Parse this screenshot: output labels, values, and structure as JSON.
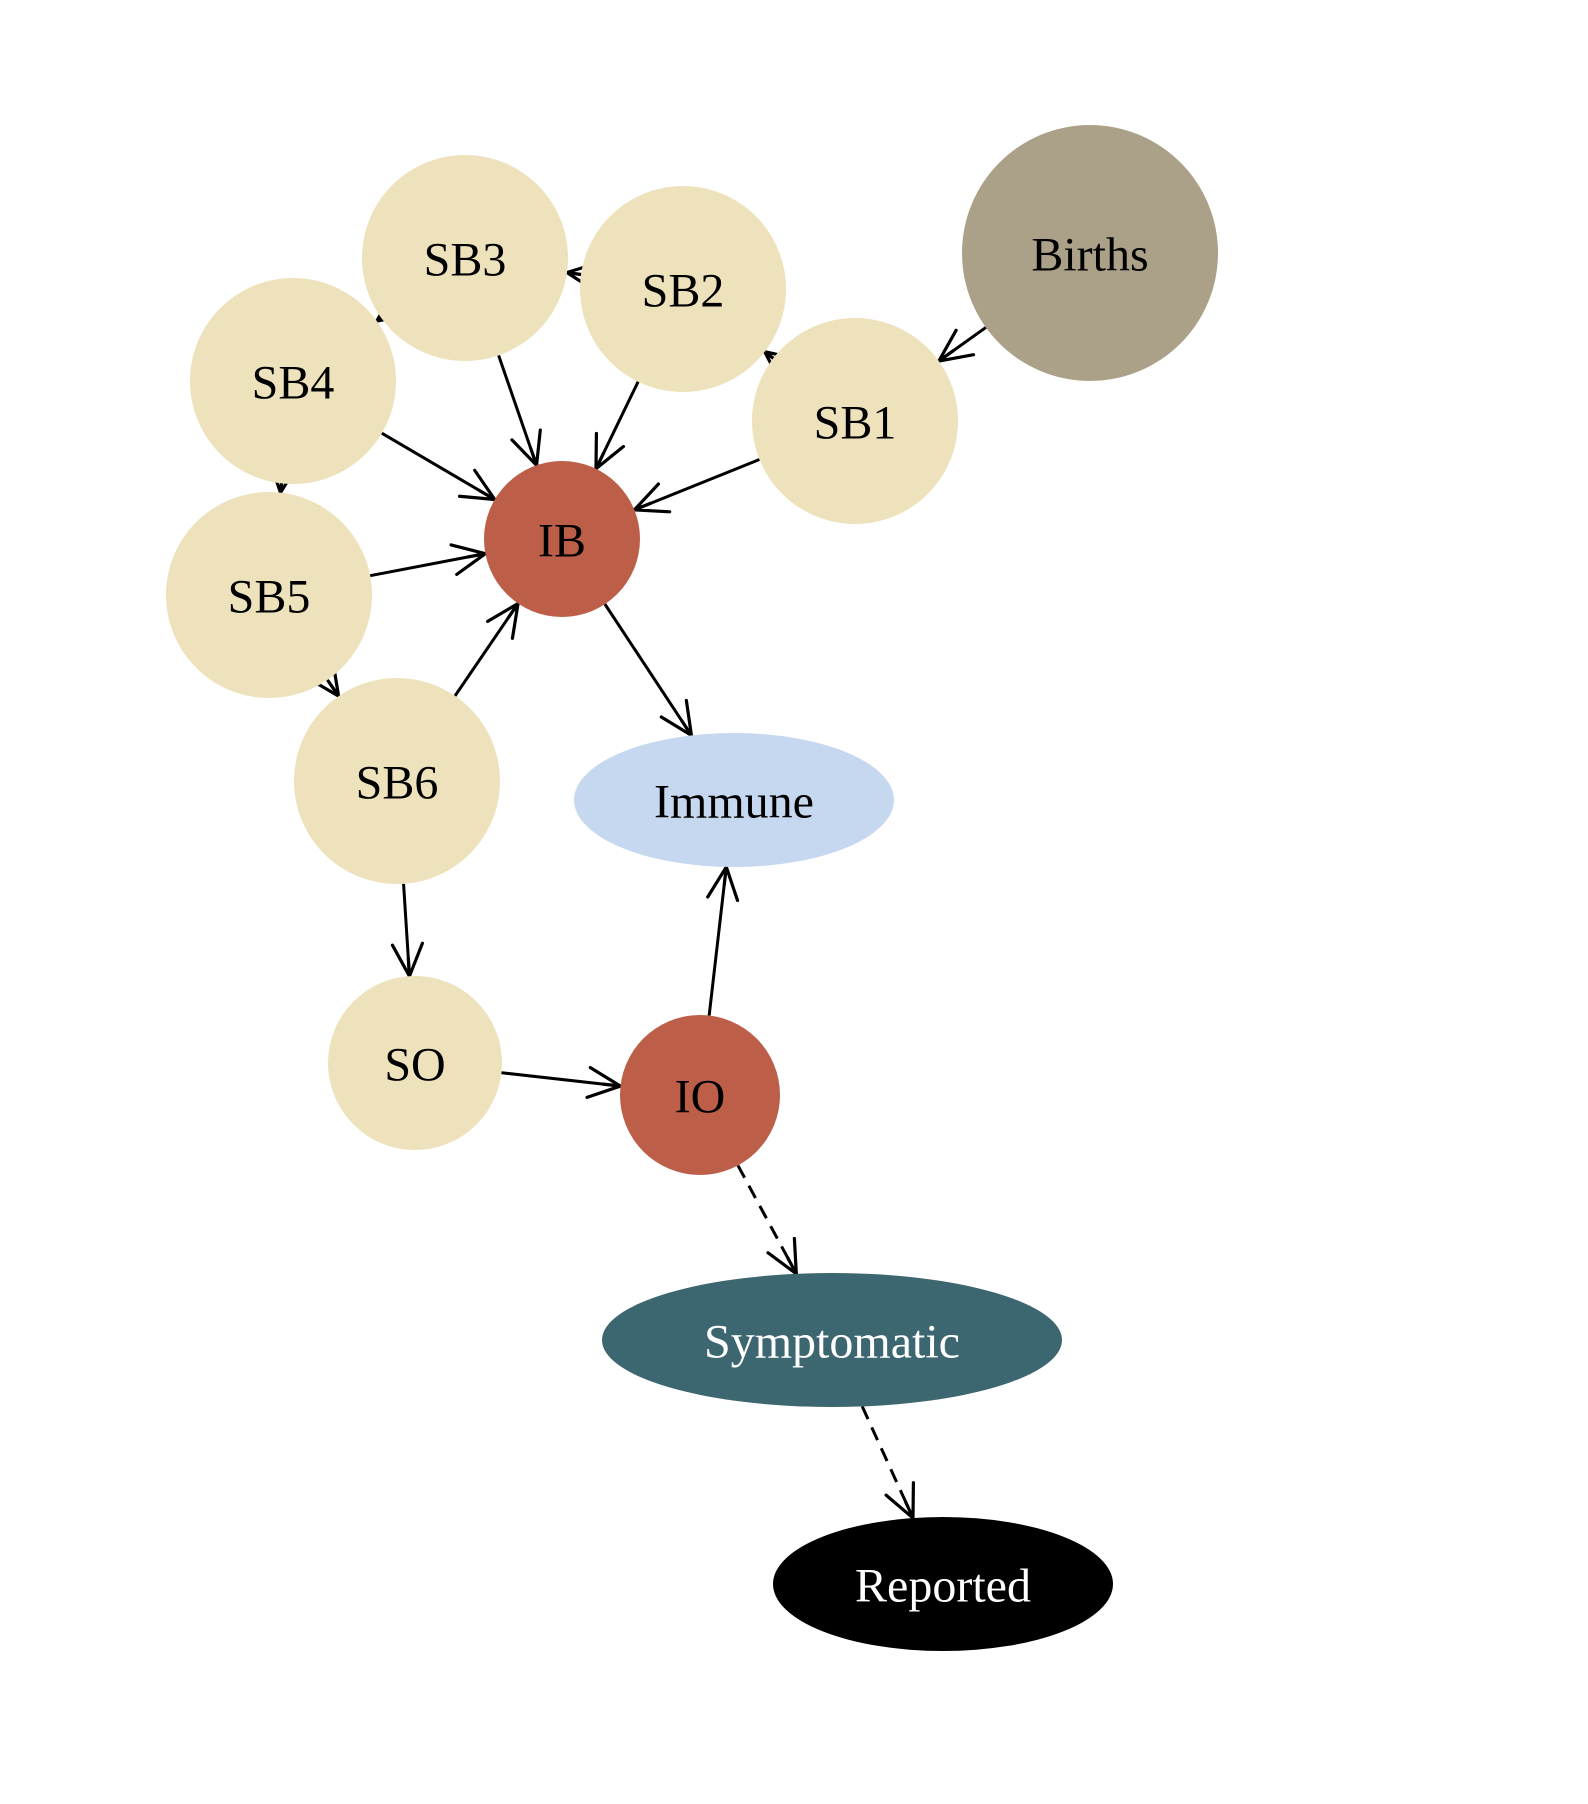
{
  "diagram": {
    "type": "state-transition-graph",
    "colors": {
      "susceptible": "#ede2bb",
      "infected": "#bc5e48",
      "births": "#aba189",
      "immune": "#c5d8f0",
      "symptomatic": "#3d6770",
      "reported": "#000000",
      "edge": "#000000",
      "dark_label": "#000000",
      "light_label": "#ffffff"
    },
    "nodes": [
      {
        "id": "births",
        "label": "Births",
        "shape": "circle",
        "fill_key": "births",
        "text_key": "dark_label"
      },
      {
        "id": "sb1",
        "label": "SB1",
        "shape": "circle",
        "fill_key": "susceptible",
        "text_key": "dark_label"
      },
      {
        "id": "sb2",
        "label": "SB2",
        "shape": "circle",
        "fill_key": "susceptible",
        "text_key": "dark_label"
      },
      {
        "id": "sb3",
        "label": "SB3",
        "shape": "circle",
        "fill_key": "susceptible",
        "text_key": "dark_label"
      },
      {
        "id": "sb4",
        "label": "SB4",
        "shape": "circle",
        "fill_key": "susceptible",
        "text_key": "dark_label"
      },
      {
        "id": "sb5",
        "label": "SB5",
        "shape": "circle",
        "fill_key": "susceptible",
        "text_key": "dark_label"
      },
      {
        "id": "sb6",
        "label": "SB6",
        "shape": "circle",
        "fill_key": "susceptible",
        "text_key": "dark_label"
      },
      {
        "id": "ib",
        "label": "IB",
        "shape": "circle",
        "fill_key": "infected",
        "text_key": "dark_label"
      },
      {
        "id": "so",
        "label": "SO",
        "shape": "circle",
        "fill_key": "susceptible",
        "text_key": "dark_label"
      },
      {
        "id": "io",
        "label": "IO",
        "shape": "circle",
        "fill_key": "infected",
        "text_key": "dark_label"
      },
      {
        "id": "immune",
        "label": "Immune",
        "shape": "ellipse",
        "fill_key": "immune",
        "text_key": "dark_label"
      },
      {
        "id": "symptomatic",
        "label": "Symptomatic",
        "shape": "ellipse",
        "fill_key": "symptomatic",
        "text_key": "light_label"
      },
      {
        "id": "reported",
        "label": "Reported",
        "shape": "ellipse",
        "fill_key": "reported",
        "text_key": "light_label"
      }
    ],
    "edges": [
      {
        "from": "births",
        "to": "sb1",
        "style": "solid"
      },
      {
        "from": "sb1",
        "to": "sb2",
        "style": "solid"
      },
      {
        "from": "sb2",
        "to": "sb3",
        "style": "solid"
      },
      {
        "from": "sb3",
        "to": "sb4",
        "style": "solid"
      },
      {
        "from": "sb4",
        "to": "sb5",
        "style": "solid"
      },
      {
        "from": "sb5",
        "to": "sb6",
        "style": "solid"
      },
      {
        "from": "sb1",
        "to": "ib",
        "style": "solid"
      },
      {
        "from": "sb2",
        "to": "ib",
        "style": "solid"
      },
      {
        "from": "sb3",
        "to": "ib",
        "style": "solid"
      },
      {
        "from": "sb4",
        "to": "ib",
        "style": "solid"
      },
      {
        "from": "sb5",
        "to": "ib",
        "style": "solid"
      },
      {
        "from": "sb6",
        "to": "ib",
        "style": "solid"
      },
      {
        "from": "ib",
        "to": "immune",
        "style": "solid"
      },
      {
        "from": "sb6",
        "to": "so",
        "style": "solid"
      },
      {
        "from": "so",
        "to": "io",
        "style": "solid"
      },
      {
        "from": "io",
        "to": "immune",
        "style": "solid"
      },
      {
        "from": "io",
        "to": "symptomatic",
        "style": "dashed"
      },
      {
        "from": "symptomatic",
        "to": "reported",
        "style": "dashed"
      }
    ]
  }
}
